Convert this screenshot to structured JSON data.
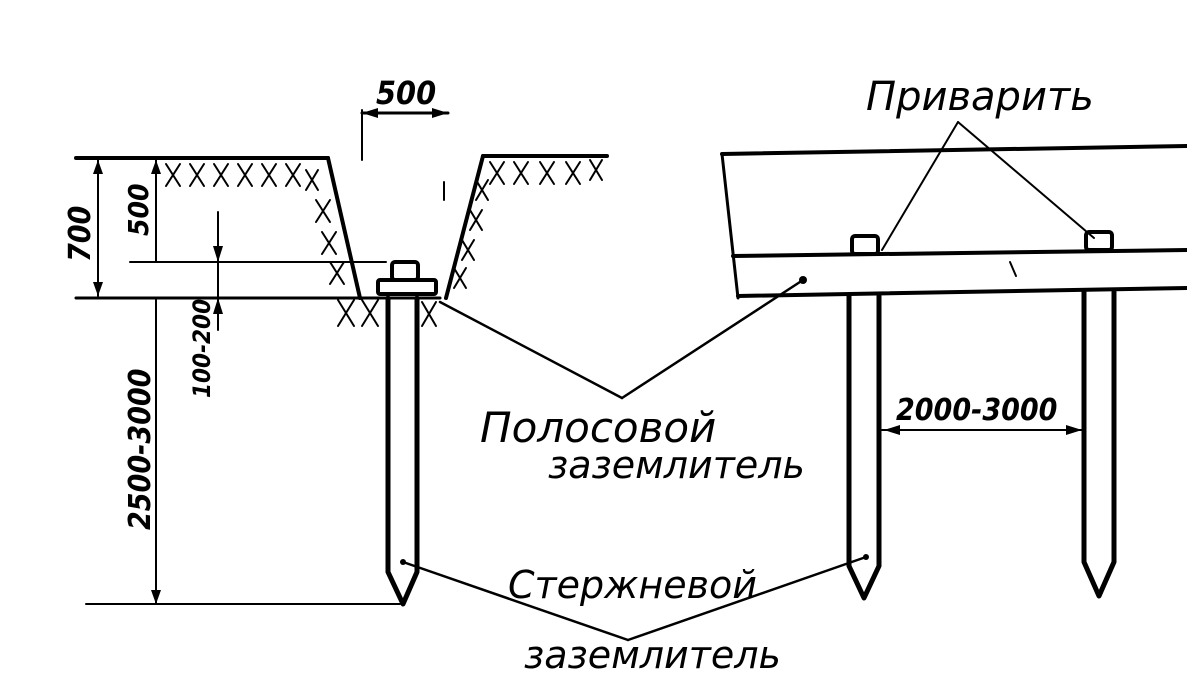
{
  "dimensions": {
    "trench_top_width": "500",
    "trench_depth": "700",
    "strip_depth": "500",
    "strip_above_rod": "100-200",
    "rod_length": "2500-3000",
    "rod_spacing": "2000-3000"
  },
  "labels": {
    "weld": "Приварить",
    "strip_electrode_line1": "Полосовой",
    "strip_electrode_line2": "заземлитель",
    "rod_electrode_line1": "Стержневой",
    "rod_electrode_line2": "заземлитель"
  },
  "colors": {
    "ink": "#000000",
    "paper": "#ffffff"
  }
}
